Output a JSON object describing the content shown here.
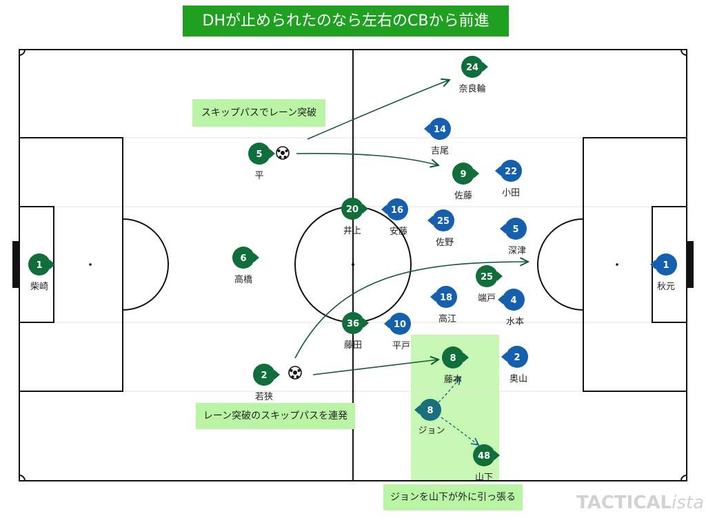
{
  "title": "DHが止められたのなら左右のCBから前進",
  "notes": {
    "skip_pass": "スキップパスでレーン突破",
    "lane_break": "レーン突破のスキップパスを連発",
    "john_pull": "ジョンを山下が外に引っ張る"
  },
  "watermark": {
    "main": "TACTICAL",
    "suffix": "ista"
  },
  "colors": {
    "home": "#0f6e3a",
    "away": "#1560ae",
    "teal": "#19707a",
    "highlight": "#b9f5a5"
  },
  "players": [
    {
      "team": "home",
      "number": "1",
      "name": "柴崎",
      "facing": "right"
    },
    {
      "team": "home",
      "number": "5",
      "name": "平",
      "facing": "right",
      "ball": true
    },
    {
      "team": "home",
      "number": "6",
      "name": "高橋",
      "facing": "right"
    },
    {
      "team": "home",
      "number": "2",
      "name": "若狭",
      "facing": "right",
      "ball": true
    },
    {
      "team": "home",
      "number": "20",
      "name": "井上",
      "facing": "right"
    },
    {
      "team": "home",
      "number": "36",
      "name": "藤田",
      "facing": "right"
    },
    {
      "team": "home",
      "number": "24",
      "name": "奈良輪",
      "facing": "right"
    },
    {
      "team": "home",
      "number": "9",
      "name": "佐藤",
      "facing": "right"
    },
    {
      "team": "home",
      "number": "25",
      "name": "端戸",
      "facing": "right"
    },
    {
      "team": "home",
      "number": "8",
      "name": "藤本",
      "facing": "right"
    },
    {
      "team": "home",
      "number": "48",
      "name": "山下",
      "facing": "right"
    },
    {
      "team": "away",
      "number": "1",
      "name": "秋元",
      "facing": "left"
    },
    {
      "team": "away",
      "number": "14",
      "name": "吉尾",
      "facing": "left"
    },
    {
      "team": "away",
      "number": "22",
      "name": "小田",
      "facing": "left"
    },
    {
      "team": "away",
      "number": "16",
      "name": "安藤",
      "facing": "left"
    },
    {
      "team": "away",
      "number": "25",
      "name": "佐野",
      "facing": "left"
    },
    {
      "team": "away",
      "number": "5",
      "name": "深津",
      "facing": "left"
    },
    {
      "team": "away",
      "number": "18",
      "name": "高江",
      "facing": "left"
    },
    {
      "team": "away",
      "number": "4",
      "name": "水本",
      "facing": "left"
    },
    {
      "team": "away",
      "number": "10",
      "name": "平戸",
      "facing": "left"
    },
    {
      "team": "away",
      "number": "2",
      "name": "奥山",
      "facing": "left"
    },
    {
      "team": "teal",
      "number": "8",
      "name": "ジョン",
      "facing": "left"
    }
  ]
}
